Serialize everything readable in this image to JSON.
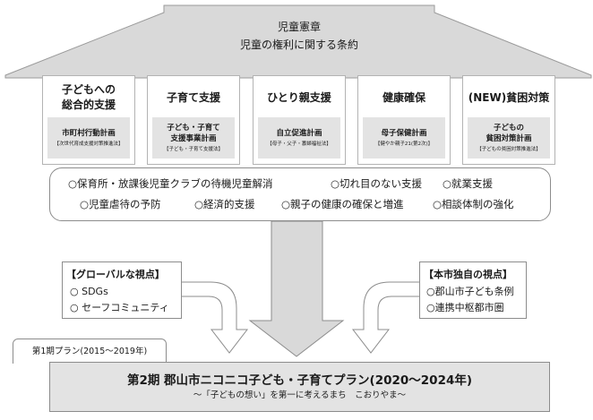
{
  "top_arrow": {
    "line1": "児童憲章",
    "line2": "児童の権利に関する条約"
  },
  "pillars": [
    {
      "title": [
        "子どもへの",
        "総合的支援"
      ],
      "plan": [
        "市町村行動計画"
      ],
      "plan_note": "【次世代育成支援対策推進法】"
    },
    {
      "title": [
        "子育て支援"
      ],
      "plan": [
        "子ども・子育て",
        "支援事業計画"
      ],
      "plan_note": "【子ども・子育て支援法】"
    },
    {
      "title": [
        "ひとり親支援"
      ],
      "plan": [
        "自立促進計画"
      ],
      "plan_note": "【母子・父子・寡婦福祉法】"
    },
    {
      "title": [
        "健康確保"
      ],
      "plan": [
        "母子保健計画"
      ],
      "plan_note": "【健やか親子21(第2次)】"
    },
    {
      "title": [
        "(NEW)貧困対策"
      ],
      "plan": [
        "子どもの",
        "貧困対策計画"
      ],
      "plan_note": "【子どもの貧困対策推進法】"
    }
  ],
  "measures": [
    "○保育所・放課後児童クラブの待機児童解消",
    "○切れ目のない支援",
    "○就業支援",
    "○児童虐待の予防",
    "○経済的支援",
    "○親子の健康の確保と増進",
    "○相談体制の強化"
  ],
  "global_view": {
    "title": "【グローバルな視点】",
    "items": [
      "○ SDGs",
      "○ セーフコミュニティ"
    ]
  },
  "local_view": {
    "title": "【本市独自の視点】",
    "items": [
      "○郡山市子ども条例",
      "○連携中枢都市圏"
    ]
  },
  "first_plan_tab": "第1期プラン(2015～2019年)",
  "final_plan": {
    "title": "第2期 郡山市ニコニコ子ども・子育てプラン(2020～2024年)",
    "subtitle": "～「子どもの想い」を第一に考えるまち　こおりやま～"
  },
  "colors": {
    "arrow_fill": "#d9d9d9",
    "arrow_stroke": "#8c8c8c",
    "plan_fill": "#e3e3e3",
    "final_fill": "#e3e3e3"
  }
}
